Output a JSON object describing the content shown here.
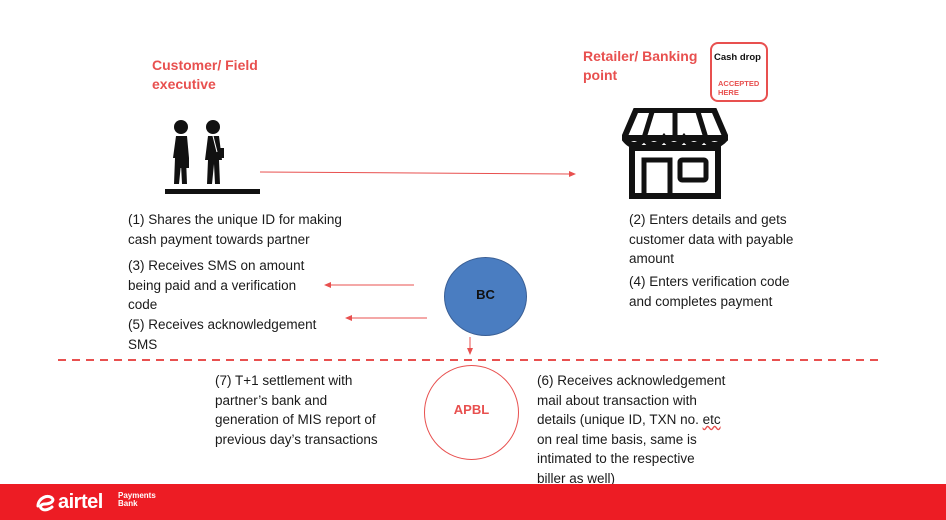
{
  "customer": {
    "label": "Customer/ Field executive",
    "label_line1": "Customer/ Field",
    "label_line2": "executive"
  },
  "retailer": {
    "label_line1": "Retailer/ Banking",
    "label_line2": "point"
  },
  "cash_drop": {
    "title": "Cash drop",
    "status_line1": "ACCEPTED",
    "status_line2": "HERE"
  },
  "steps": {
    "s1": [
      "(1) Shares the unique ID for making",
      "cash payment towards partner"
    ],
    "s2": [
      "(2) Enters details and gets",
      "customer data with payable",
      "amount"
    ],
    "s3": [
      "(3) Receives SMS on amount",
      "being paid and a verification",
      "code"
    ],
    "s4": [
      "(4) Enters verification code",
      "and completes payment"
    ],
    "s5": [
      "(5) Receives acknowledgement",
      "SMS"
    ],
    "s6": [
      "(6) Receives acknowledgement",
      "mail about transaction with",
      "details (unique ID, TXN no. ",
      "etc",
      "on real time basis, same is",
      "intimated to the respective",
      "biller as well)"
    ],
    "s7": [
      "(7) T+1 settlement with",
      "partner’s bank and",
      "generation of MIS report of",
      "previous day’s transactions"
    ]
  },
  "nodes": {
    "bc": "BC",
    "apbl": "APBL"
  },
  "brand": {
    "word": "airtel",
    "sub_line1": "Payments",
    "sub_line2": "Bank"
  },
  "colors": {
    "accent_red": "#e8504f",
    "footer_red": "#ed1c24",
    "bc_blue": "#4a7dc1"
  },
  "icons": {
    "customer": "two-people-walking-icon",
    "retailer": "storefront-icon",
    "brand": "airtel-swirl-icon"
  }
}
